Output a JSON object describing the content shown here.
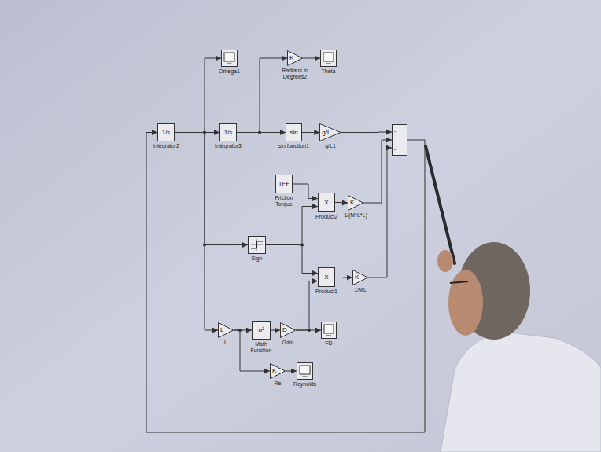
{
  "diagram": {
    "nodes": [
      {
        "text": [
          "Omega1"
        ]
      },
      {
        "text": [
          "K",
          "Radians to Degrees2"
        ]
      },
      {
        "text": [
          "Theta"
        ]
      },
      {
        "text": [
          "1/s",
          "Integrator2"
        ]
      },
      {
        "text": [
          "1/s",
          "Integrator3"
        ]
      },
      {
        "text": [
          "sin",
          "sin function1"
        ]
      },
      {
        "text": [
          "g/L",
          "g/L1"
        ]
      },
      {
        "text": [
          "-",
          "-",
          "-"
        ]
      },
      {
        "text": [
          "TFF",
          "Friction Torque"
        ]
      },
      {
        "text": [
          "X",
          "Product2"
        ]
      },
      {
        "text": [
          "K",
          "1/(M*L*L)"
        ]
      },
      {
        "text": [
          "Sign"
        ]
      },
      {
        "text": [
          "X",
          "Product1"
        ]
      },
      {
        "text": [
          "K",
          "1/ML"
        ]
      },
      {
        "text": [
          "L",
          "L"
        ]
      },
      {
        "text": [
          "u²",
          "Math Function"
        ]
      },
      {
        "text": [
          "D",
          "Gain"
        ]
      },
      {
        "text": [
          "FD"
        ]
      },
      {
        "text": [
          "K",
          "Re"
        ]
      },
      {
        "text": [
          "Reynolds"
        ]
      }
    ],
    "edges": [
      {
        "from": 3,
        "to": 4,
        "arrow": "to"
      },
      {
        "from": 3,
        "to": 0,
        "arrow": "to"
      },
      {
        "from": 3,
        "to": 11,
        "arrow": "to"
      },
      {
        "from": 3,
        "to": 14,
        "arrow": "to"
      },
      {
        "from": 4,
        "to": 5,
        "arrow": "to"
      },
      {
        "from": 4,
        "to": 1,
        "arrow": "to"
      },
      {
        "from": 1,
        "to": 2,
        "arrow": "to"
      },
      {
        "from": 5,
        "to": 6,
        "arrow": "to"
      },
      {
        "from": 6,
        "to": 7,
        "arrow": "to"
      },
      {
        "from": 8,
        "to": 9,
        "arrow": "to"
      },
      {
        "from": 11,
        "to": 9,
        "arrow": "to"
      },
      {
        "from": 11,
        "to": 12,
        "arrow": "to"
      },
      {
        "from": 9,
        "to": 10,
        "arrow": "to"
      },
      {
        "from": 10,
        "to": 7,
        "arrow": "to"
      },
      {
        "from": 16,
        "to": 12,
        "arrow": "to"
      },
      {
        "from": 16,
        "to": 17,
        "arrow": "to"
      },
      {
        "from": 12,
        "to": 13,
        "arrow": "to"
      },
      {
        "from": 13,
        "to": 7,
        "arrow": "to"
      },
      {
        "from": 14,
        "to": 15,
        "arrow": "to"
      },
      {
        "from": 15,
        "to": 16,
        "arrow": "to"
      },
      {
        "from": 14,
        "to": 18,
        "arrow": "to"
      },
      {
        "from": 18,
        "to": 19,
        "arrow": "to"
      },
      {
        "from": 7,
        "to": 3,
        "arrow": "to"
      }
    ]
  }
}
